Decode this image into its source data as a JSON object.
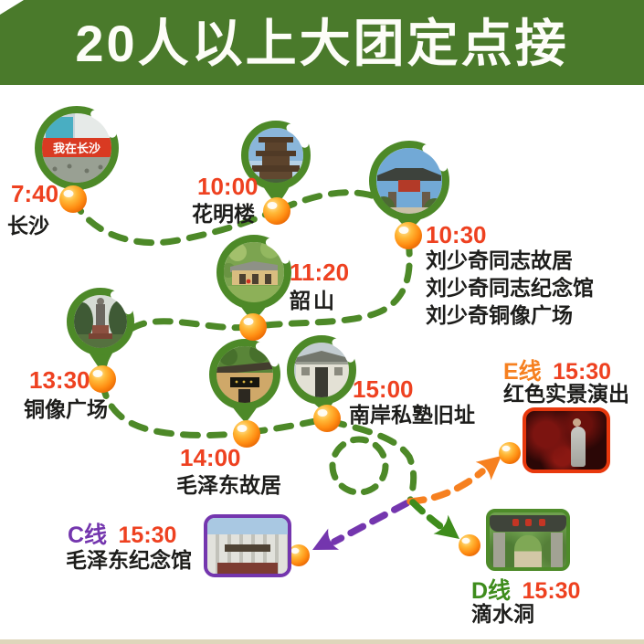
{
  "title": "20人以上大团定点接",
  "stops": [
    {
      "time": "7:40",
      "name": "长沙"
    },
    {
      "time": "10:00",
      "name": "花明楼"
    },
    {
      "time": "10:30",
      "names": [
        "刘少奇同志故居",
        "刘少奇同志纪念馆",
        "刘少奇铜像广场"
      ]
    },
    {
      "time": "11:20",
      "name": "韶山"
    },
    {
      "time": "13:30",
      "name": "铜像广场"
    },
    {
      "time": "14:00",
      "name": "毛泽东故居"
    },
    {
      "time": "15:00",
      "name": "南岸私塾旧址"
    }
  ],
  "branches": [
    {
      "line": "C线",
      "time": "15:30",
      "name": "毛泽东纪念馆"
    },
    {
      "line": "D线",
      "time": "15:30",
      "name": "滴水洞"
    },
    {
      "line": "E线",
      "time": "15:30",
      "name": "红色实景演出"
    }
  ],
  "photo_labels": {
    "changsha_banner": "我在长沙"
  },
  "colors": {
    "header_green": "#4a7a2b",
    "route_green": "#4d8928",
    "time_red": "#ee4120",
    "line_c_purple": "#7436ae",
    "line_d_green": "#3e8c1c",
    "line_e_orange": "#f68020",
    "marker_orange": "#ff8d12"
  }
}
